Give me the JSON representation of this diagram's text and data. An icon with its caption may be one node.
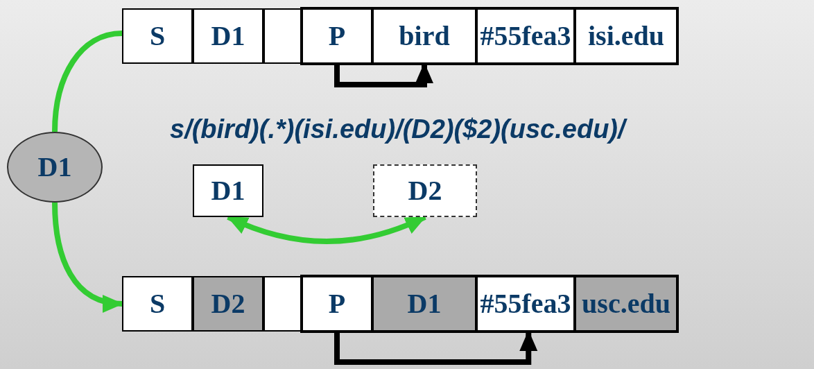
{
  "diagram": {
    "nodes": [
      {
        "text": [
          "S"
        ]
      },
      {
        "text": [
          "D1"
        ]
      },
      {
        "text": [],
        "shape": "box"
      },
      {
        "text": [],
        "shape": "box"
      },
      {
        "text": [
          "P"
        ],
        "in": 3
      },
      {
        "text": [
          "bird"
        ],
        "in": 3
      },
      {
        "text": [
          "#55fea3"
        ],
        "in": 3
      },
      {
        "text": [
          "isi.edu"
        ],
        "in": 3
      },
      {
        "text": [
          "D1"
        ]
      },
      {
        "text": [
          "D1"
        ]
      },
      {
        "text": [
          "D2"
        ]
      },
      {
        "text": [
          "S"
        ]
      },
      {
        "text": [
          "D2"
        ]
      },
      {
        "text": [],
        "shape": "box"
      },
      {
        "text": [],
        "shape": "box"
      },
      {
        "text": [
          "P"
        ],
        "in": 14
      },
      {
        "text": [
          "D1"
        ],
        "in": 14
      },
      {
        "text": [
          "#55fea3"
        ],
        "in": 14
      },
      {
        "text": [
          "usc.edu"
        ],
        "in": 14
      }
    ],
    "edges": [
      {
        "from": 0,
        "to": 8,
        "arrow": "none"
      },
      {
        "from": 8,
        "to": 11,
        "arrow": "to"
      },
      {
        "from": 4,
        "to": 5,
        "arrow": "to",
        "color": "#000000"
      },
      {
        "from": 9,
        "to": 10,
        "arrow": "both"
      },
      {
        "from": 15,
        "to": 17,
        "arrow": "to",
        "color": "#000000"
      }
    ],
    "labels": [
      "s/(bird)(.*)(isi.edu)/(D2)($2)(usc.edu)/"
    ]
  }
}
